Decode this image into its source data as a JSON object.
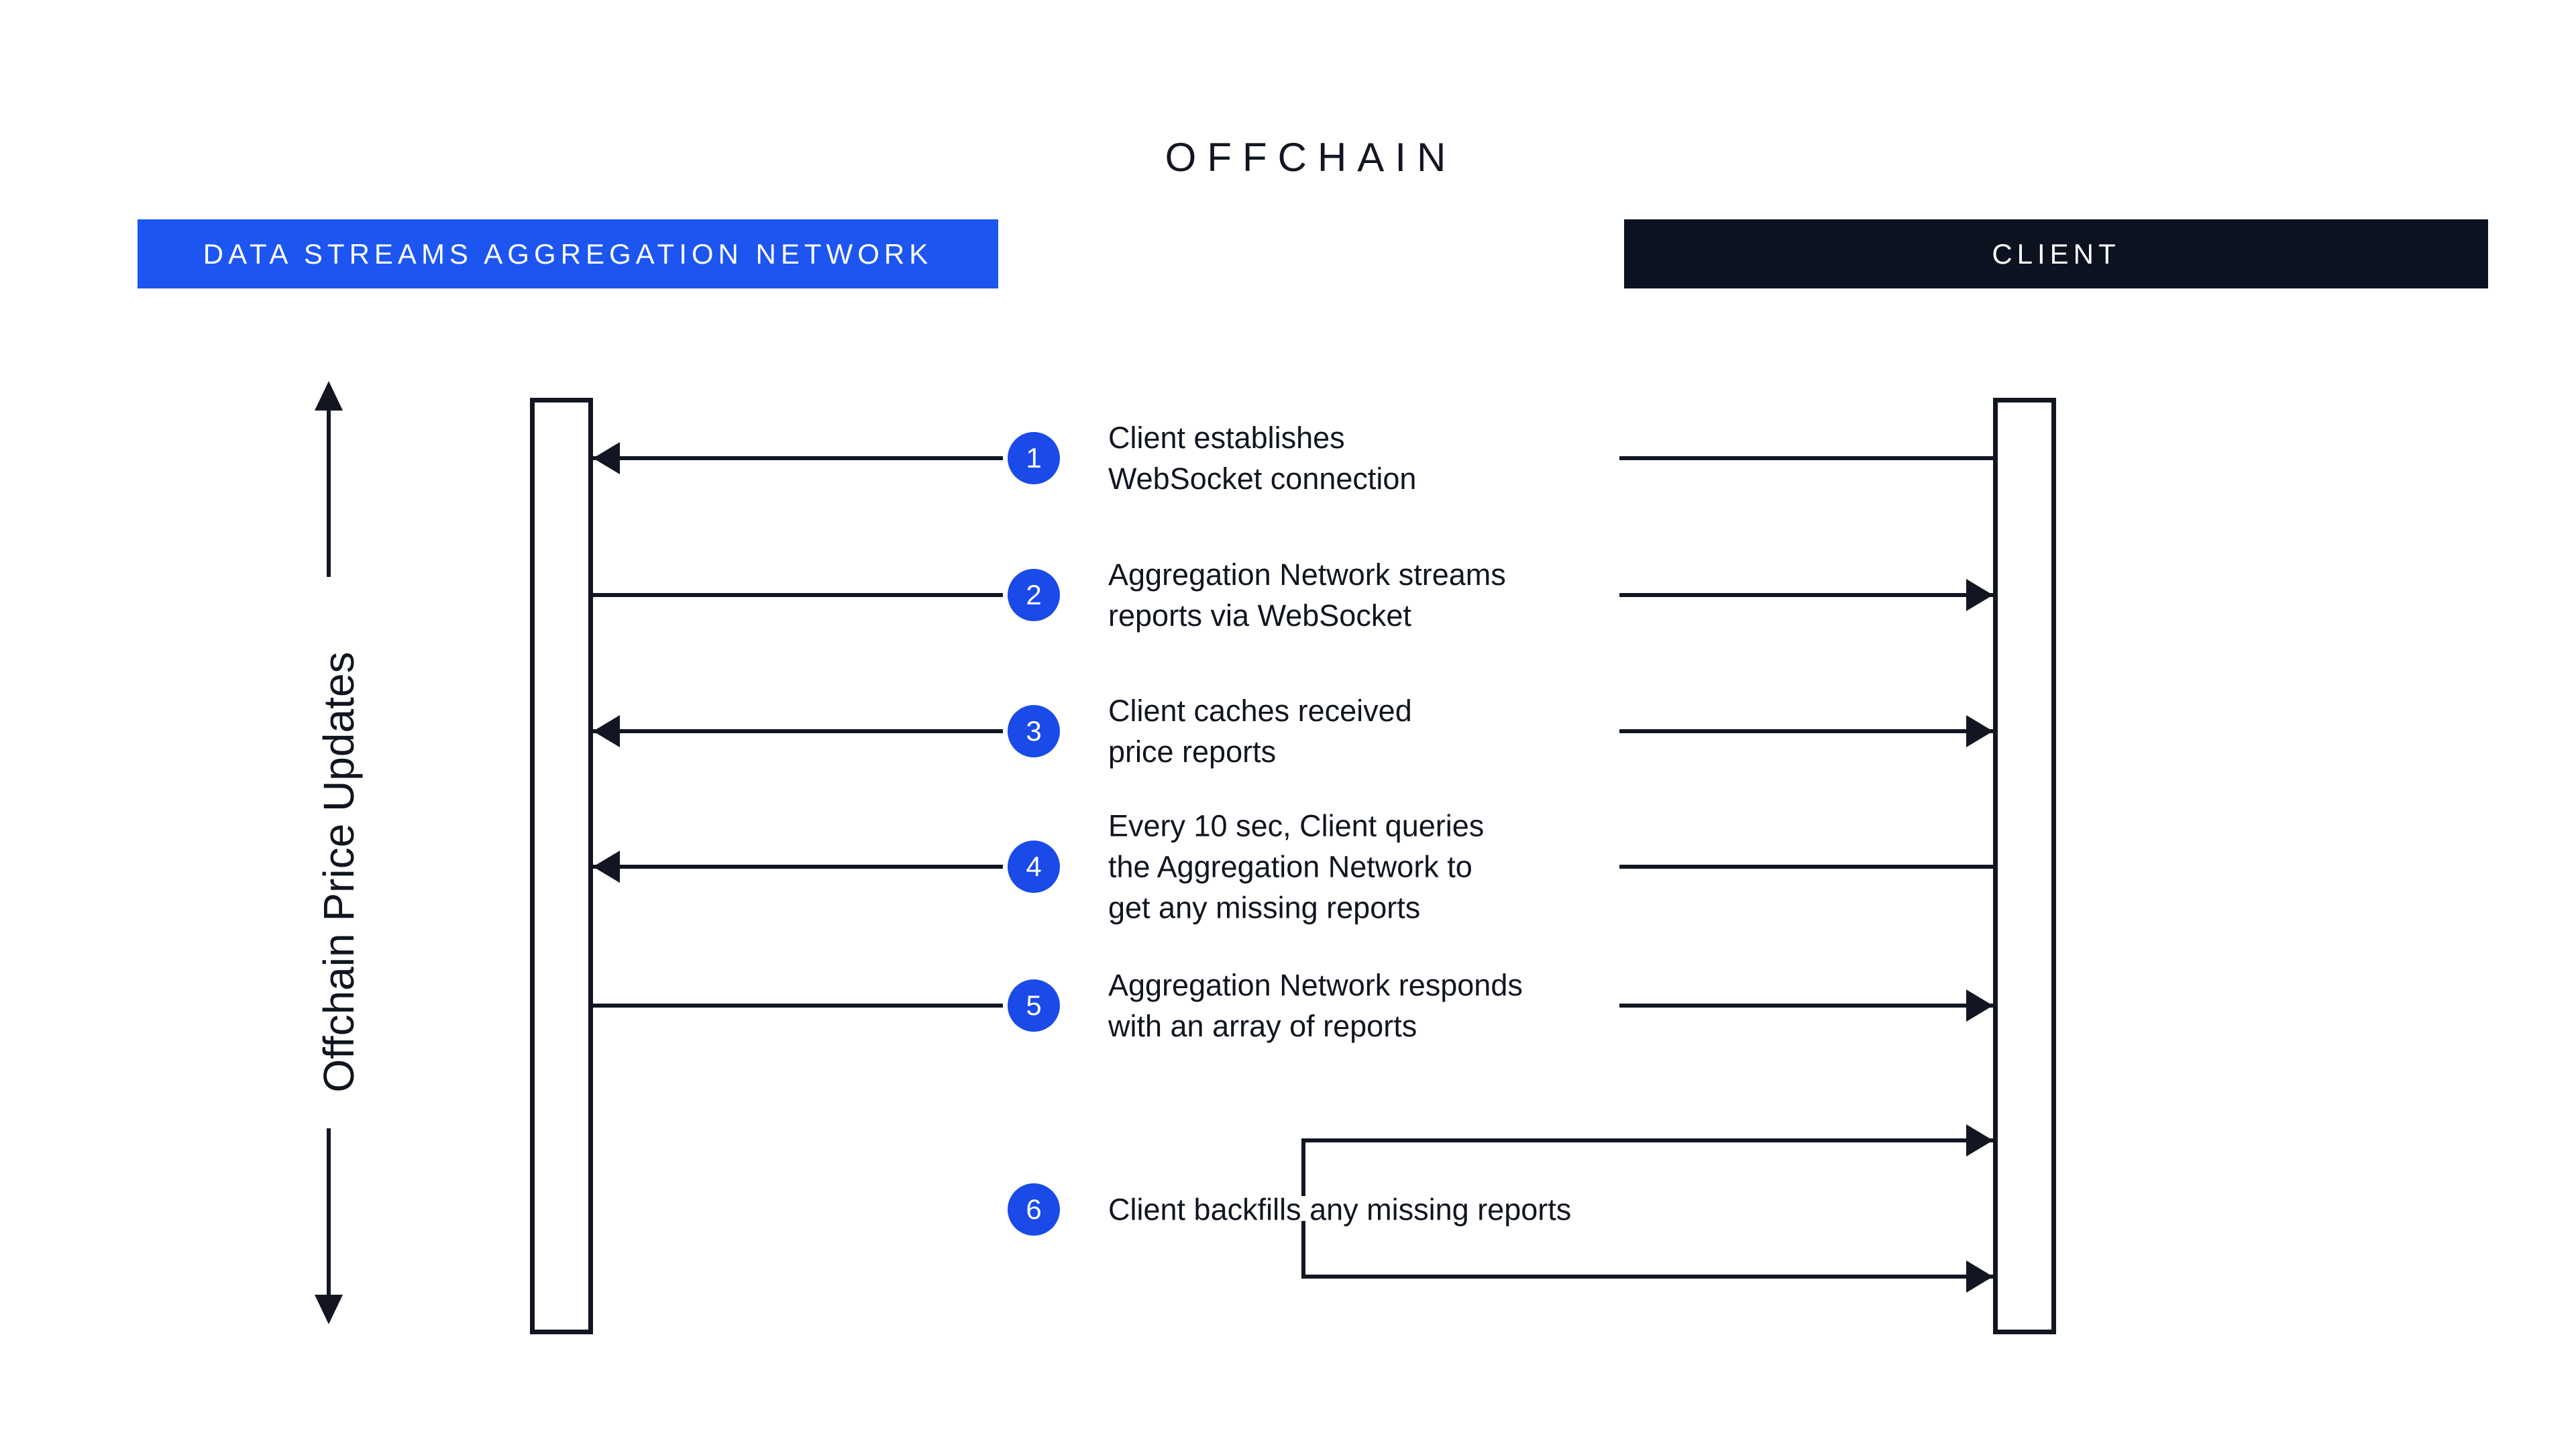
{
  "title": "OFFCHAIN",
  "participants": {
    "left": {
      "label": "DATA STREAMS AGGREGATION NETWORK",
      "bg": "#1C55F0",
      "text_color": "#FFFFFF"
    },
    "right": {
      "label": "CLIENT",
      "bg": "#0D1220",
      "text_color": "#FFFFFF"
    }
  },
  "axis": {
    "label": "Offchain Price Updates",
    "direction_arrows": [
      "up",
      "down"
    ]
  },
  "colors": {
    "header_blue": "#1C55F0",
    "header_black": "#0D1220",
    "step_circle_blue": "#1A4AE8",
    "ink": "#111622",
    "background": "#FFFFFF"
  },
  "steps": [
    {
      "number": "1",
      "text": "Client establishes\nWebSocket connection",
      "left_arrowhead": "to-network",
      "right_arrowhead": "none"
    },
    {
      "number": "2",
      "text": "Aggregation Network streams\nreports via WebSocket",
      "left_arrowhead": "none",
      "right_arrowhead": "to-client"
    },
    {
      "number": "3",
      "text": "Client caches received\nprice reports",
      "left_arrowhead": "to-network",
      "right_arrowhead": "to-client"
    },
    {
      "number": "4",
      "text": "Every 10 sec, Client queries\nthe Aggregation Network to\nget any missing reports",
      "left_arrowhead": "to-network",
      "right_arrowhead": "none"
    },
    {
      "number": "5",
      "text": "Aggregation Network responds\nwith an array of reports",
      "left_arrowhead": "none",
      "right_arrowhead": "to-client"
    },
    {
      "number": "6",
      "text": "Client backfills any missing reports",
      "self_loop": "client-side-bracket-arrows"
    }
  ]
}
